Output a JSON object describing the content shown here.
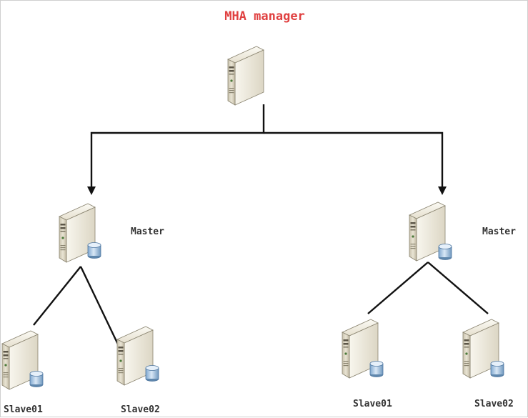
{
  "diagram": {
    "title": "MHA manager",
    "title_color": "#e04040",
    "nodes": {
      "manager": {
        "icon": "server-icon"
      },
      "master_left": {
        "label": "Master",
        "icon": "database-server-icon"
      },
      "slave01_left": {
        "label": "Slave01",
        "icon": "database-server-icon"
      },
      "slave02_left": {
        "label": "Slave02",
        "icon": "database-server-icon"
      },
      "master_right": {
        "label": "Master",
        "icon": "database-server-icon"
      },
      "slave01_right": {
        "label": "Slave01",
        "icon": "database-server-icon"
      },
      "slave02_right": {
        "label": "Slave02",
        "icon": "database-server-icon"
      }
    },
    "edges": [
      {
        "from": "manager",
        "to": "master_left",
        "arrow": true
      },
      {
        "from": "manager",
        "to": "master_right",
        "arrow": true
      },
      {
        "from": "master_left",
        "to": "slave01_left",
        "arrow": false
      },
      {
        "from": "master_left",
        "to": "slave02_left",
        "arrow": false
      },
      {
        "from": "master_right",
        "to": "slave01_right",
        "arrow": false
      },
      {
        "from": "master_right",
        "to": "slave02_right",
        "arrow": false
      }
    ]
  }
}
